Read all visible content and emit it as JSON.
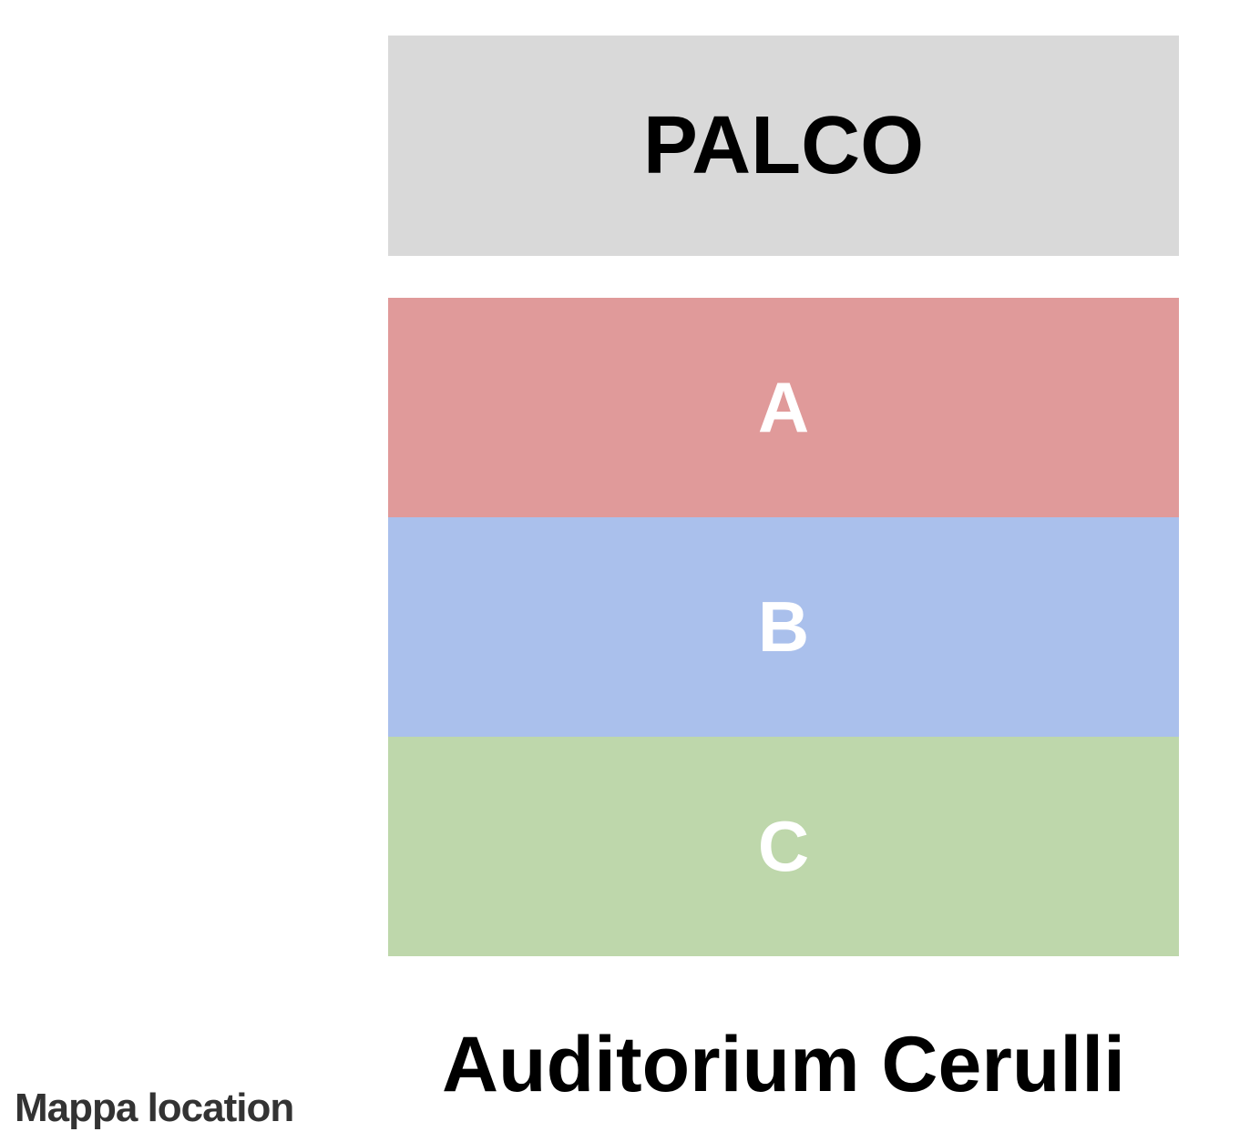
{
  "map": {
    "stage_label": "PALCO",
    "sections": [
      {
        "label": "A",
        "color": "#e09a9a"
      },
      {
        "label": "B",
        "color": "#aac0ec"
      },
      {
        "label": "C",
        "color": "#bed7ab"
      }
    ],
    "venue_name": "Auditorium Cerulli"
  },
  "caption": "Mappa location"
}
